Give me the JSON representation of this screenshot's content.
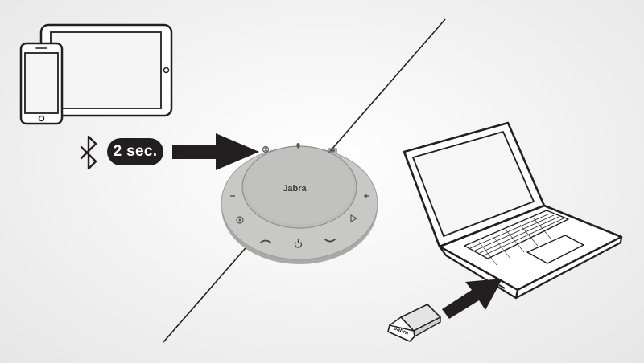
{
  "instruction": {
    "duration_label": "2 sec."
  },
  "speakerphone": {
    "brand_label": "Jabra",
    "icons": [
      "bluetooth-icon",
      "mute-mic-icon",
      "battery-icon",
      "volume-down-icon",
      "volume-up-icon",
      "microsoft-teams-icon",
      "play-icon",
      "answer-call-icon",
      "power-icon",
      "end-call-icon"
    ]
  },
  "dongle": {
    "brand_label": "Jabra"
  },
  "colors": {
    "line": "#231f20",
    "device_body": "#c7c7c5",
    "device_top": "#b9b9b7",
    "background": "#efefef"
  }
}
